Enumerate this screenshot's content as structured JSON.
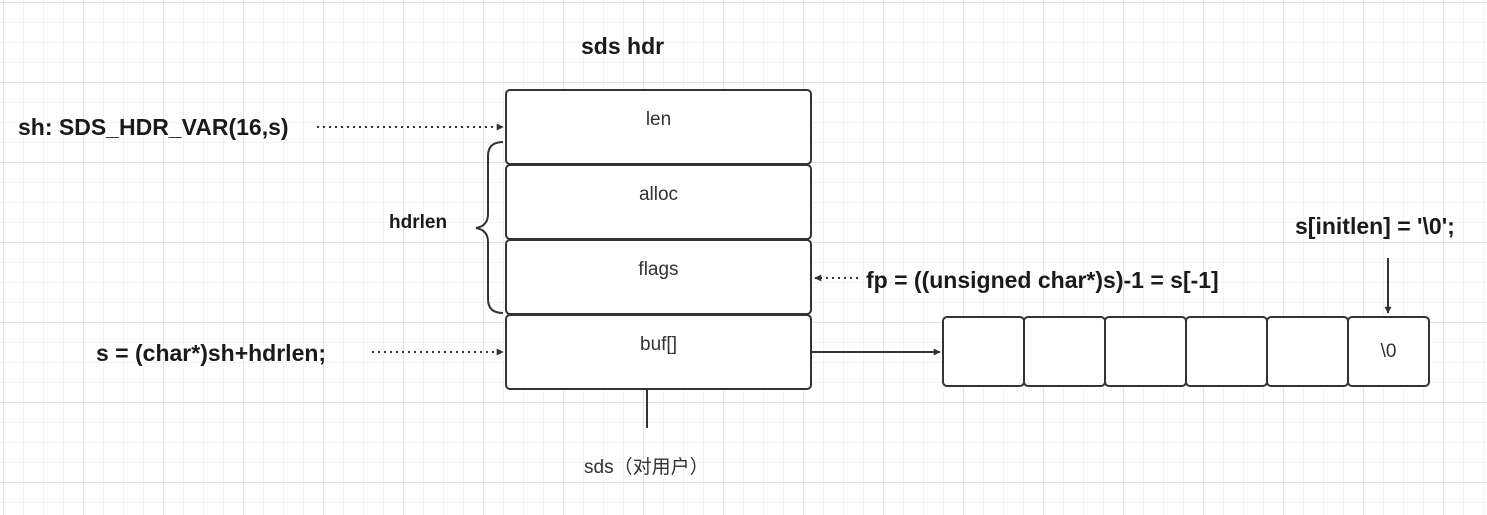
{
  "title": "sds hdr",
  "fields": [
    {
      "label": "len"
    },
    {
      "label": "alloc"
    },
    {
      "label": "flags"
    },
    {
      "label": "buf[]"
    }
  ],
  "buffer": {
    "cells": [
      "",
      "",
      "",
      "",
      "",
      "\\0"
    ]
  },
  "annotations": {
    "sh_def": "sh: SDS_HDR_VAR(16,s)",
    "hdrlen": "hdrlen",
    "fp_def": "fp = ((unsigned char*)s)-1 = s[-1]",
    "s_def": "s = (char*)sh+hdrlen;",
    "terminator": "s[initlen] = '\\0';",
    "user_pointer": "sds（对用户）"
  },
  "colors": {
    "stroke": "#333333",
    "text": "#1a1a1a",
    "grid": "#e3e3e3",
    "background": "#ffffff"
  }
}
